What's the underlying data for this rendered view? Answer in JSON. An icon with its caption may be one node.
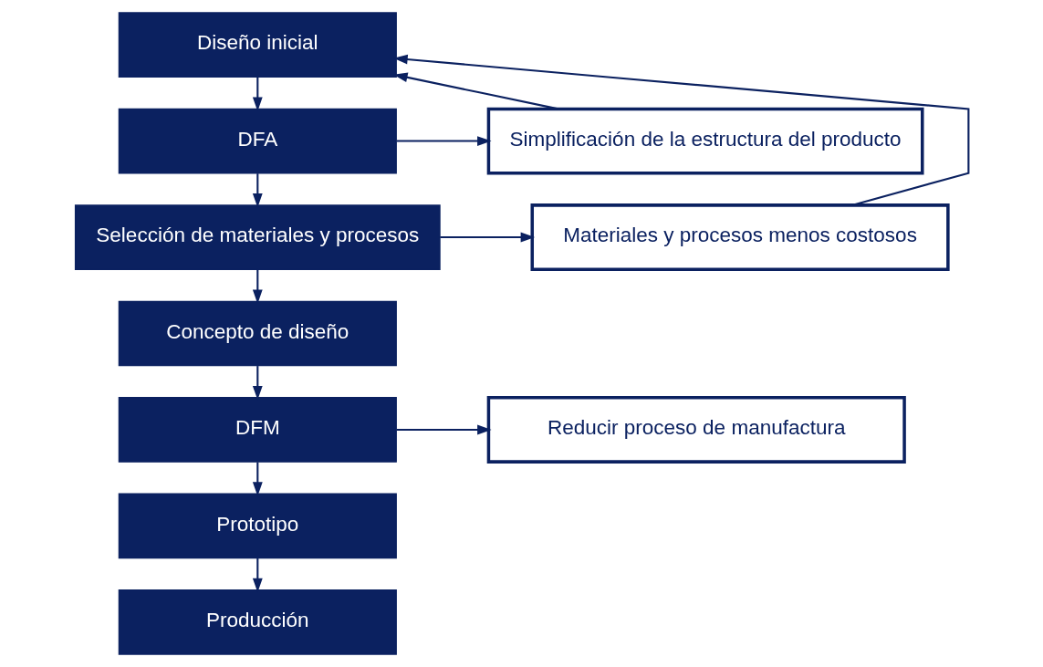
{
  "diagram": {
    "nodes": [
      {
        "text": [
          "Diseño inicial"
        ]
      },
      {
        "text": [
          "DFA"
        ]
      },
      {
        "text": [
          "Selección de materiales y procesos"
        ]
      },
      {
        "text": [
          "Concepto de diseño"
        ]
      },
      {
        "text": [
          "DFM"
        ]
      },
      {
        "text": [
          "Prototipo"
        ]
      },
      {
        "text": [
          "Producción"
        ]
      },
      {
        "text": [
          "Simplificación de la estructura del producto"
        ]
      },
      {
        "text": [
          "Materiales y procesos menos costosos"
        ]
      },
      {
        "text": [
          "Reducir proceso de manufactura"
        ]
      }
    ],
    "edges": [
      {
        "from": 0,
        "to": 1,
        "arrow": "to"
      },
      {
        "from": 1,
        "to": 2,
        "arrow": "to"
      },
      {
        "from": 2,
        "to": 3,
        "arrow": "to"
      },
      {
        "from": 3,
        "to": 4,
        "arrow": "to"
      },
      {
        "from": 4,
        "to": 5,
        "arrow": "to"
      },
      {
        "from": 5,
        "to": 6,
        "arrow": "to"
      },
      {
        "from": 1,
        "to": 7,
        "arrow": "to"
      },
      {
        "from": 2,
        "to": 8,
        "arrow": "to"
      },
      {
        "from": 4,
        "to": 9,
        "arrow": "to"
      },
      {
        "from": 7,
        "to": 0,
        "arrow": "to"
      },
      {
        "from": 8,
        "to": 0,
        "arrow": "to"
      }
    ]
  }
}
